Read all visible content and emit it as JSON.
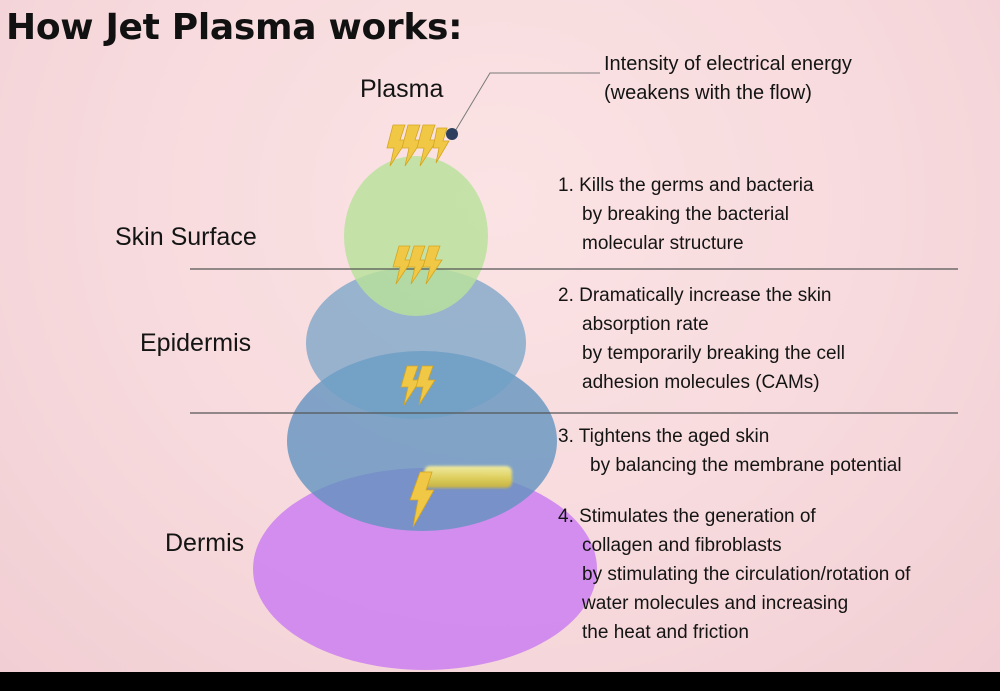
{
  "title": "How Jet Plasma works:",
  "labels": {
    "plasma": "Plasma",
    "skin_surface": "Skin Surface",
    "epidermis": "Epidermis",
    "dermis": "Dermis"
  },
  "intensity_note": {
    "lines": [
      "Intensity of electrical energy",
      "(weakens with the flow)"
    ]
  },
  "effects": [
    {
      "lines": [
        "1. Kills the germs and bacteria",
        "by breaking the bacterial",
        "molecular structure"
      ]
    },
    {
      "lines": [
        "2. Dramatically increase the skin",
        "absorption rate",
        "by temporarily breaking the cell",
        "adhesion molecules (CAMs)"
      ]
    },
    {
      "lines": [
        "3. Tightens the aged skin",
        "by balancing the membrane potential"
      ]
    },
    {
      "lines": [
        "4. Stimulates the generation of",
        "collagen and fibroblasts",
        "by stimulating the circulation/rotation of",
        "water molecules and increasing",
        "the heat and friction"
      ]
    }
  ],
  "colors": {
    "background": "#f7dadd",
    "skin_surface": "#bfe3a3",
    "epidermis": "#7fb0cf",
    "dermis": "#d07ff0",
    "bolt": "#f1c845",
    "divider": "#555555"
  },
  "icons": [
    "lightning-bolt-icon",
    "energy-dot-icon"
  ]
}
